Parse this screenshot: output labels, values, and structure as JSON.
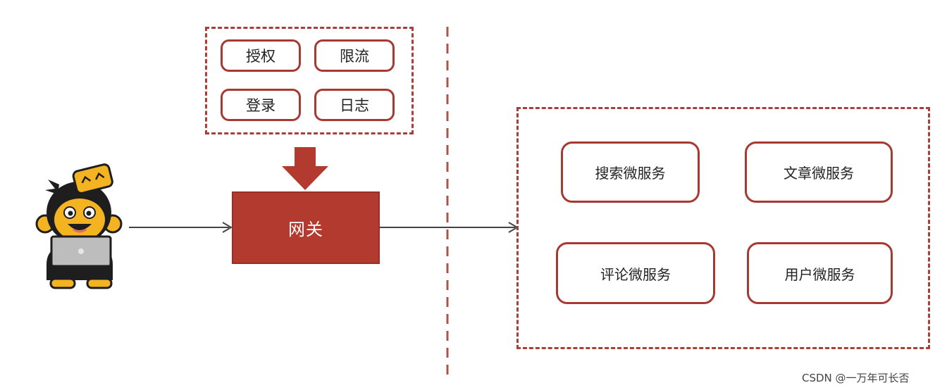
{
  "filters": {
    "authorize": "授权",
    "rate_limit": "限流",
    "login": "登录",
    "log": "日志"
  },
  "gateway": {
    "label": "网关"
  },
  "services": {
    "search": "搜索微服务",
    "article": "文章微服务",
    "comment": "评论微服务",
    "user": "用户微服务"
  },
  "watermark": "CSDN @一万年可长否",
  "colors": {
    "accent": "#b33a2e",
    "border": "#a63a33",
    "mascot_yellow": "#f4b320",
    "mascot_dark": "#1e1e1e"
  },
  "icons": [
    "programmer-mascot-icon",
    "down-arrow-icon",
    "arrow-right-icon"
  ]
}
